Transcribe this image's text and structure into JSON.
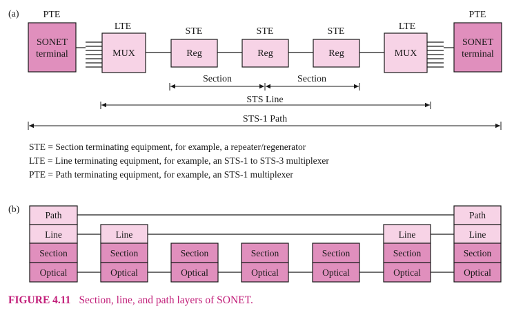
{
  "part_a": {
    "label": "(a)",
    "pte": "PTE",
    "lte": "LTE",
    "ste": "STE",
    "sonet_line1": "SONET",
    "sonet_line2": "terminal",
    "mux": "MUX",
    "reg": "Reg",
    "section": "Section",
    "sts_line": "STS Line",
    "sts1_path": "STS-1 Path",
    "definitions": [
      "STE = Section terminating equipment, for example, a repeater/regenerator",
      "LTE = Line terminating equipment, for example, an STS-1 to STS-3 multiplexer",
      "PTE = Path terminating equipment, for example, an STS-1 multiplexer"
    ]
  },
  "part_b": {
    "label": "(b)",
    "path": "Path",
    "line": "Line",
    "section": "Section",
    "optical": "Optical"
  },
  "caption": {
    "number": "FIGURE 4.11",
    "text": "Section, line, and path layers of SONET."
  },
  "colors": {
    "dark_pink": "#e08fbd",
    "light_pink": "#f7d3e6",
    "caption": "#c21f7a"
  }
}
